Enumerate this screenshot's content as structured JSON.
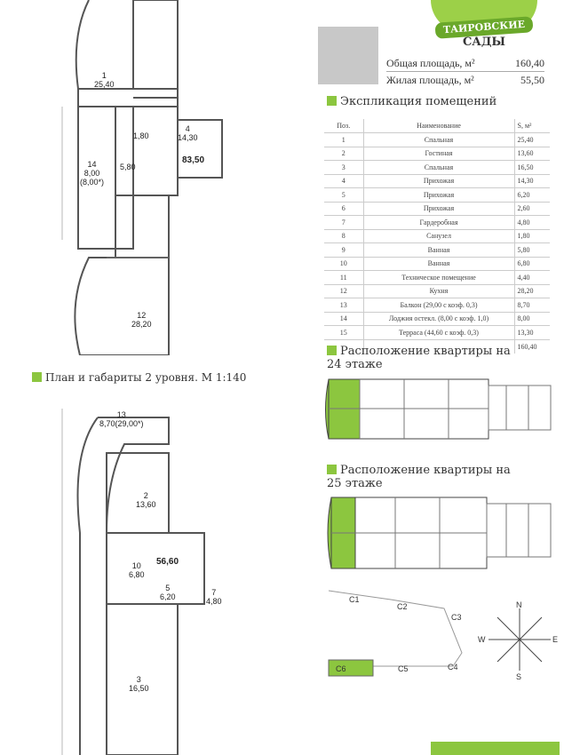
{
  "logo": {
    "line1": "ТАИРОВСКИЕ",
    "line2": "САДЫ"
  },
  "summary": [
    {
      "label": "Общая площадь, м²",
      "value": "160,40"
    },
    {
      "label": "Жилая площадь, м²",
      "value": "55,50"
    }
  ],
  "explication": {
    "title": "Экспликация помещений",
    "headers": [
      "Поз.",
      "Наименование",
      "S, м²"
    ],
    "rows": [
      [
        "1",
        "Спальная",
        "25,40"
      ],
      [
        "2",
        "Гостиная",
        "13,60"
      ],
      [
        "3",
        "Спальная",
        "16,50"
      ],
      [
        "4",
        "Прихожая",
        "14,30"
      ],
      [
        "5",
        "Прихожая",
        "6,20"
      ],
      [
        "6",
        "Прихожая",
        "2,60"
      ],
      [
        "7",
        "Гардеробная",
        "4,80"
      ],
      [
        "8",
        "Санузел",
        "1,80"
      ],
      [
        "9",
        "Ванная",
        "5,80"
      ],
      [
        "10",
        "Ванная",
        "6,80"
      ],
      [
        "11",
        "Техническое помещение",
        "4,40"
      ],
      [
        "12",
        "Кухня",
        "28,20"
      ],
      [
        "13",
        "Балкон (29,00 с коэф. 0,3)",
        "8,70"
      ],
      [
        "14",
        "Лоджия остекл. (8,00 с коэф. 1,0)",
        "8,00"
      ],
      [
        "15",
        "Терраса (44,60 с коэф. 0,3)",
        "13,30"
      ]
    ],
    "total": "160,40"
  },
  "floor24": {
    "title_line1": "Расположение квартиры на",
    "title_line2": "24 этаже"
  },
  "floor25": {
    "title_line1": "Расположение квартиры на",
    "title_line2": "25 этаже"
  },
  "level2_title": "План и габариты 2 уровня. М 1:140",
  "plan1": [
    {
      "n": "1",
      "a": "25,40"
    },
    {
      "n": "",
      "a": "1,80"
    },
    {
      "n": "4",
      "a": "14,30"
    },
    {
      "n": "14",
      "a": "8,00\n(8,00*)"
    },
    {
      "n": "",
      "a": "5,80"
    },
    {
      "n": "",
      "a": "83,50"
    },
    {
      "n": "12",
      "a": "28,20"
    }
  ],
  "plan2": [
    {
      "n": "13",
      "a": "8,70(29,00*)"
    },
    {
      "n": "2",
      "a": "13,60"
    },
    {
      "n": "",
      "a": "56,60"
    },
    {
      "n": "10",
      "a": "6,80"
    },
    {
      "n": "5",
      "a": "6,20"
    },
    {
      "n": "7",
      "a": "4,80"
    },
    {
      "n": "3",
      "a": "16,50"
    }
  ],
  "sections": [
    "C1",
    "C2",
    "C3",
    "C4",
    "C5",
    "C6"
  ],
  "compass": [
    "N",
    "S",
    "E",
    "W"
  ],
  "colors": {
    "accent": "#8cc63f"
  }
}
